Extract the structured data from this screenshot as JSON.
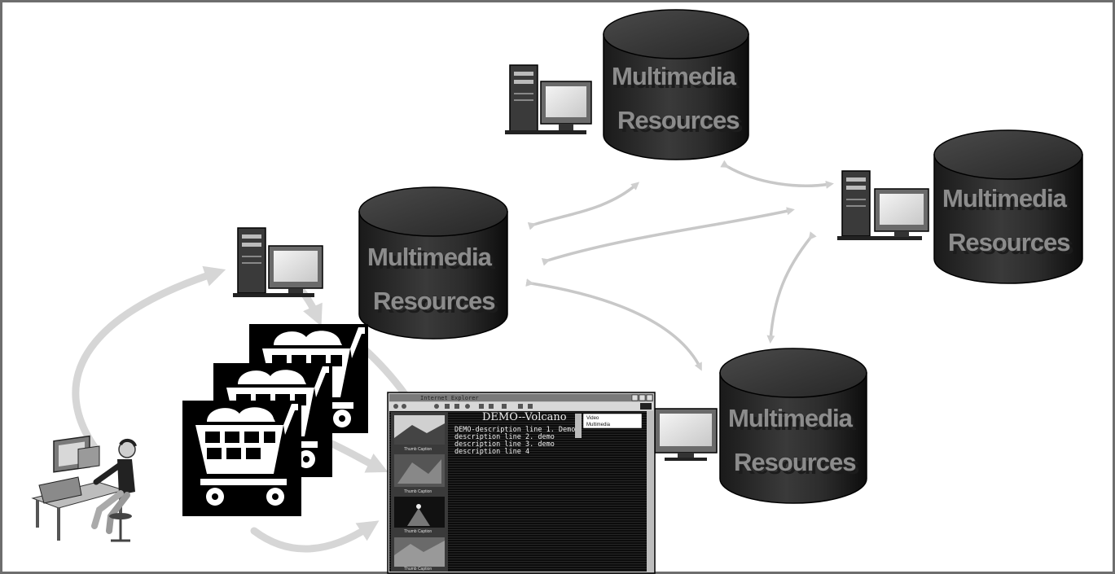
{
  "nodes": [
    {
      "id": "db-top",
      "label_line1": "Multimedia",
      "label_line2": "Resources"
    },
    {
      "id": "db-right",
      "label_line1": "Multimedia",
      "label_line2": "Resources"
    },
    {
      "id": "db-center",
      "label_line1": "Multimedia",
      "label_line2": "Resources"
    },
    {
      "id": "db-bottom",
      "label_line1": "Multimedia",
      "label_line2": "Resources"
    }
  ],
  "browser_window": {
    "title_bar": "Internet Explorer",
    "heading": "DEMO--Volcano",
    "description_lines": [
      "DEMO-description line 1. Demo",
      "description line 2. demo",
      "description line 3. demo",
      "description line 4"
    ],
    "thumbnails": [
      {
        "caption": "Thumb Caption"
      },
      {
        "caption": "Thumb Caption"
      },
      {
        "caption": "Thumb Caption"
      },
      {
        "caption": "Thumb Caption"
      }
    ],
    "side_panel": [
      "Video",
      "Multimedia"
    ]
  },
  "icons": {
    "workstations": [
      "computer-icon",
      "computer-icon",
      "computer-icon",
      "computer-icon"
    ],
    "carts": [
      "shopping-cart-icon",
      "shopping-cart-icon",
      "shopping-cart-icon"
    ],
    "user": "person-at-computer-icon"
  }
}
